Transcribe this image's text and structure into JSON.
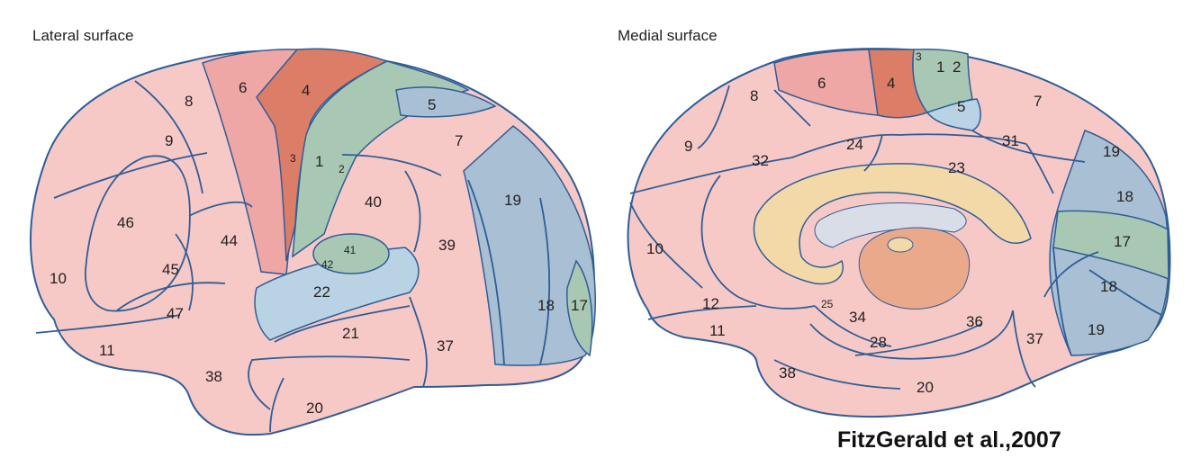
{
  "titles": {
    "lateral": "Lateral surface",
    "medial": "Medial surface"
  },
  "credit": "FitzGerald et al.,2007",
  "colors": {
    "cortex_pink": "#f7c9c6",
    "premotor": "#eea7a4",
    "motor_red": "#dc7d68",
    "somatosensory_green": "#a9c8b4",
    "visual_blue": "#a9bfd3",
    "auditory_blue": "#b9d3e5",
    "boundary": "#2f5d97",
    "corpus_callosum": "#f3d9a8",
    "thalamus": "#e9a98a"
  },
  "lateral_labels": [
    "4",
    "6",
    "8",
    "9",
    "5",
    "7",
    "3",
    "1",
    "2",
    "40",
    "46",
    "44",
    "45",
    "10",
    "47",
    "11",
    "41",
    "42",
    "22",
    "39",
    "19",
    "18",
    "17",
    "21",
    "37",
    "38",
    "20"
  ],
  "medial_labels": [
    "3",
    "1",
    "2",
    "6",
    "4",
    "8",
    "5",
    "7",
    "9",
    "32",
    "24",
    "31",
    "23",
    "19",
    "18",
    "17",
    "10",
    "12",
    "25",
    "34",
    "11",
    "28",
    "36",
    "37",
    "18",
    "19",
    "38",
    "20"
  ]
}
